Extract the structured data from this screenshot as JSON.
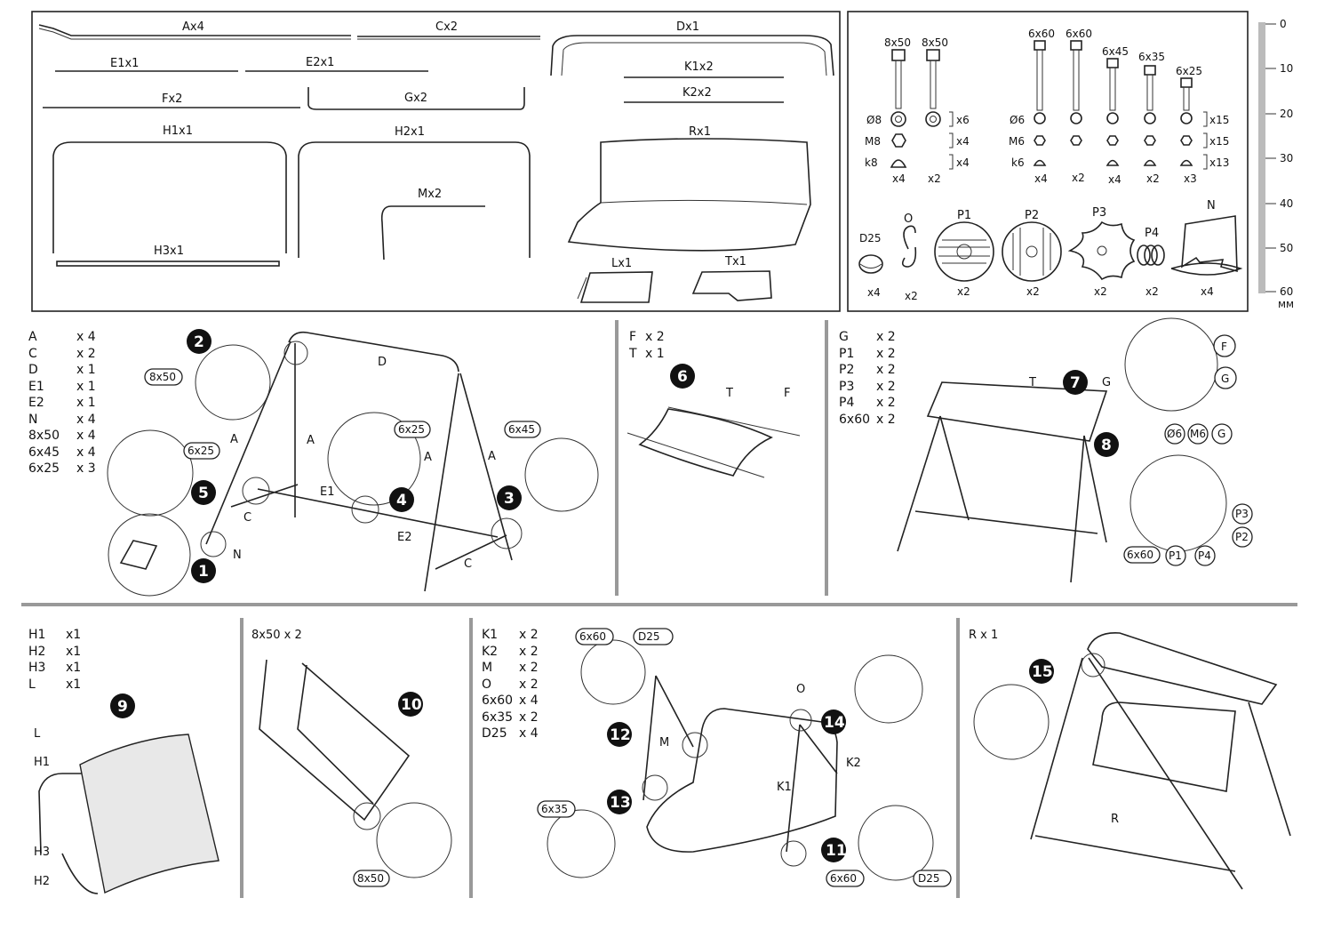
{
  "parts_overview": {
    "parts": [
      {
        "id": "A",
        "label": "Ax4"
      },
      {
        "id": "C",
        "label": "Cx2"
      },
      {
        "id": "D",
        "label": "Dx1"
      },
      {
        "id": "E1",
        "label": "E1x1"
      },
      {
        "id": "E2",
        "label": "E2x1"
      },
      {
        "id": "F",
        "label": "Fx2"
      },
      {
        "id": "G",
        "label": "Gx2"
      },
      {
        "id": "K1",
        "label": "K1x2"
      },
      {
        "id": "K2",
        "label": "K2x2"
      },
      {
        "id": "H1",
        "label": "H1x1"
      },
      {
        "id": "H2",
        "label": "H2x1"
      },
      {
        "id": "R",
        "label": "Rx1"
      },
      {
        "id": "M",
        "label": "Mx2"
      },
      {
        "id": "H3",
        "label": "H3x1"
      },
      {
        "id": "L",
        "label": "Lx1"
      },
      {
        "id": "T",
        "label": "Tx1"
      }
    ]
  },
  "hardware": {
    "bolts": [
      {
        "label": "8x50"
      },
      {
        "label": "8x50"
      },
      {
        "label": "6x60"
      },
      {
        "label": "6x60"
      },
      {
        "label": "6x45"
      },
      {
        "label": "6x35"
      },
      {
        "label": "6x25"
      }
    ],
    "row_labels": {
      "washer8": "Ø8",
      "nut8": "M8",
      "cap8": "k8",
      "washer6": "Ø6",
      "nut6": "M6",
      "cap6": "k6"
    },
    "m8_counts": {
      "washer": "x6",
      "nut": "x4",
      "cap": "x4",
      "bolt_a": "x4",
      "bolt_b": "x2"
    },
    "m6_counts": {
      "washer": "x15",
      "nut": "x15",
      "cap": "x13",
      "b1": "x4",
      "b2": "x2",
      "b3": "x4",
      "b4": "x2",
      "b5": "x3"
    },
    "accessories": [
      {
        "label": "D25",
        "count": "x4"
      },
      {
        "label": "O",
        "count": "x2"
      },
      {
        "label": "P1",
        "count": "x2"
      },
      {
        "label": "P2",
        "count": "x2"
      },
      {
        "label": "P3",
        "count": "x2"
      },
      {
        "label": "P4",
        "count": "x2"
      },
      {
        "label": "N",
        "count": "x4"
      }
    ],
    "ruler": {
      "ticks": [
        "0",
        "10",
        "20",
        "30",
        "40",
        "50",
        "60"
      ],
      "unit": "мм"
    }
  },
  "step_a": {
    "list": [
      [
        "A",
        "x 4"
      ],
      [
        "C",
        "x 2"
      ],
      [
        "D",
        "x 1"
      ],
      [
        "E1",
        "x 1"
      ],
      [
        "E2",
        "x 1"
      ],
      [
        "N",
        "x 4"
      ],
      [
        "8x50",
        "x 4"
      ],
      [
        "6x45",
        "x 4"
      ],
      [
        "6x25",
        "x 3"
      ]
    ],
    "callouts": {
      "c1": "8x50",
      "c2": "6x25",
      "c3": "6x25",
      "c4": "6x45"
    },
    "labels": {
      "D": "D",
      "A1": "A",
      "A2": "A",
      "A3": "A",
      "A4": "A",
      "C1": "C",
      "C2": "C",
      "E1": "E1",
      "E2": "E2",
      "N": "N"
    },
    "steps": [
      "1",
      "2",
      "3",
      "4",
      "5"
    ]
  },
  "step_b": {
    "list": [
      [
        "F",
        "x 2"
      ],
      [
        "T",
        "x 1"
      ]
    ],
    "labels": {
      "T": "T",
      "F": "F"
    },
    "steps": [
      "6"
    ]
  },
  "step_c": {
    "list": [
      [
        "G",
        "x 2"
      ],
      [
        "P1",
        "x 2"
      ],
      [
        "P2",
        "x 2"
      ],
      [
        "P3",
        "x 2"
      ],
      [
        "P4",
        "x 2"
      ],
      [
        "6x60",
        "x 2"
      ]
    ],
    "labels": {
      "T": "T",
      "G": "G",
      "F": "F",
      "G2": "G",
      "o6": "Ø6",
      "M6": "M6",
      "G3": "G",
      "P3": "P3",
      "P2": "P2",
      "P1": "P1",
      "P4": "P4",
      "b6x60": "6x60"
    },
    "steps": [
      "7",
      "8"
    ]
  },
  "step_d": {
    "list": [
      [
        "H1",
        "x1"
      ],
      [
        "H2",
        "x1"
      ],
      [
        "H3",
        "x1"
      ],
      [
        "L",
        "x1"
      ]
    ],
    "labels": {
      "L": "L",
      "H1": "H1",
      "H3": "H3",
      "H2": "H2"
    },
    "steps": [
      "9"
    ]
  },
  "step_e": {
    "title": "8x50  x 2",
    "callout": "8x50",
    "steps": [
      "10"
    ]
  },
  "step_f": {
    "list": [
      [
        "K1",
        "x 2"
      ],
      [
        "K2",
        "x 2"
      ],
      [
        "M",
        "x 2"
      ],
      [
        "O",
        "x 2"
      ],
      [
        "6x60",
        "x 4"
      ],
      [
        "6x35",
        "x 2"
      ],
      [
        "D25",
        "x 4"
      ]
    ],
    "labels": {
      "O": "O",
      "M": "M",
      "K1": "K1",
      "K2": "K2"
    },
    "callouts": {
      "a": "6x60",
      "b": "D25",
      "c": "6x35",
      "d": "6x60",
      "e": "D25"
    },
    "steps": [
      "12",
      "13",
      "14",
      "11"
    ]
  },
  "step_g": {
    "title": "R x 1",
    "labels": {
      "R": "R"
    },
    "steps": [
      "15"
    ]
  }
}
